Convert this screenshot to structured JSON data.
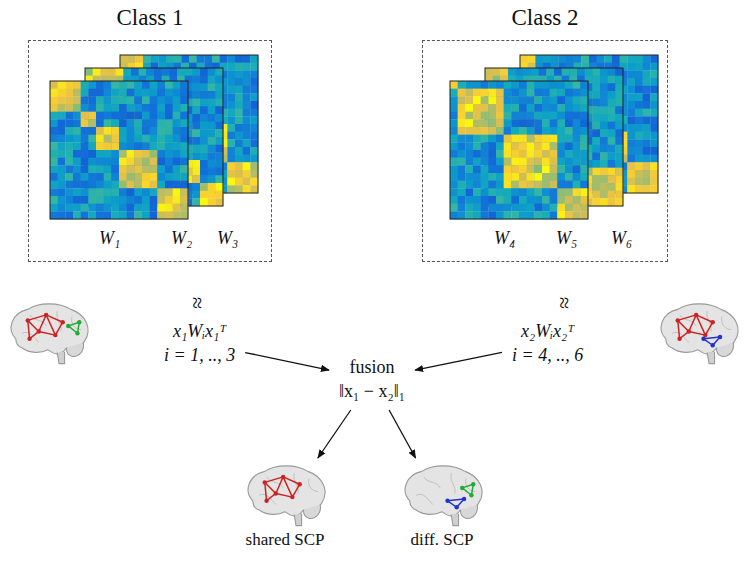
{
  "diagram": {
    "nodes": [
      {
        "text": [
          "Class 1"
        ]
      },
      {
        "text": [
          "Class 2"
        ]
      },
      {
        "text": [
          "x₁Wᵢx₁ᵀ",
          "i = 1, .., 3"
        ]
      },
      {
        "text": [
          "x₂Wᵢx₂ᵀ",
          "i = 4, .., 6"
        ]
      },
      {
        "text": [
          "fusion",
          "‖x₁ − x₂‖₁"
        ]
      },
      {
        "text": [
          "shared SCP"
        ]
      },
      {
        "text": [
          "diff. SCP"
        ]
      }
    ],
    "edges": [
      {
        "from": 2,
        "to": 4,
        "arrow": "to"
      },
      {
        "from": 3,
        "to": 4,
        "arrow": "to"
      },
      {
        "from": 4,
        "to": 5,
        "arrow": "to"
      },
      {
        "from": 4,
        "to": 6,
        "arrow": "to"
      }
    ],
    "labels": [
      "W₁",
      "W₂",
      "W₃",
      "W₄",
      "W₅",
      "W₆",
      "≈",
      "≈"
    ]
  }
}
